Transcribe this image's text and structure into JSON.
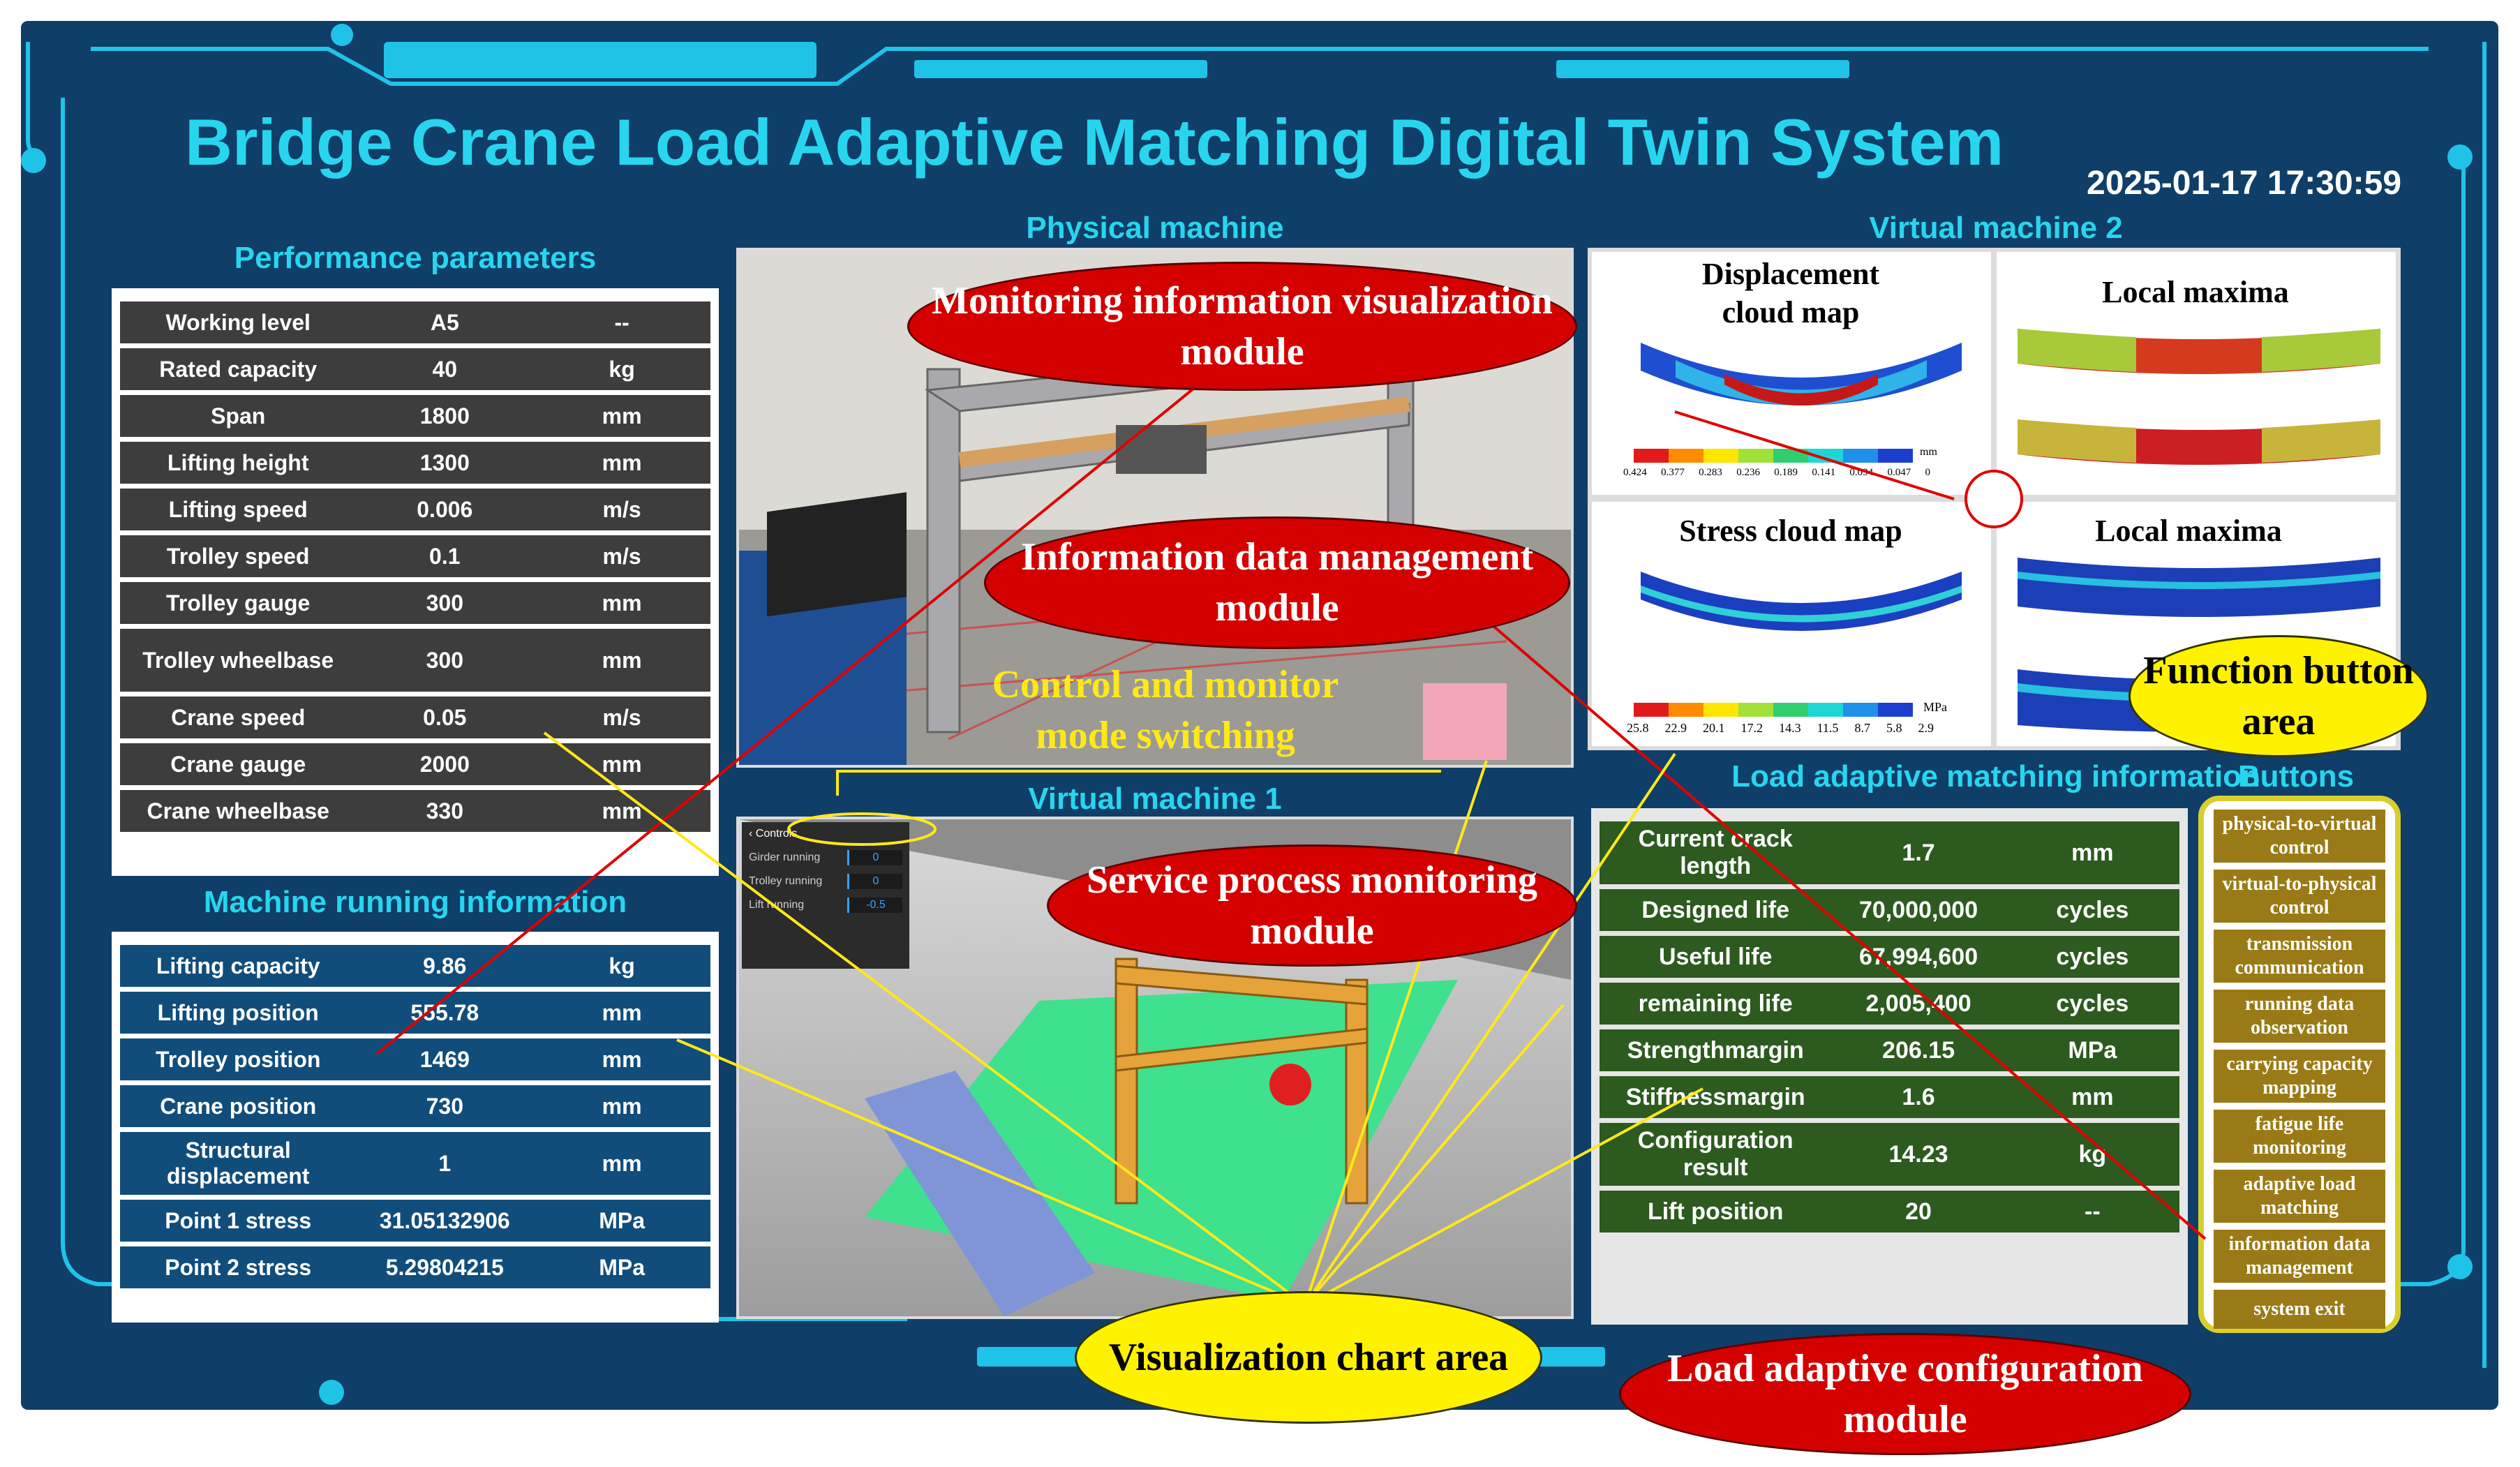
{
  "title": "Bridge Crane Load Adaptive Matching Digital Twin System",
  "timestamp": "2025-01-17 17:30:59",
  "sections": {
    "performance": "Performance parameters",
    "running": "Machine running information",
    "physical": "Physical machine",
    "virtual1": "Virtual machine 1",
    "virtual2": "Virtual machine 2",
    "load": "Load adaptive matching information",
    "buttons": "Buttons"
  },
  "performance_rows": [
    [
      "Working level",
      "A5",
      "--"
    ],
    [
      "Rated capacity",
      "40",
      "kg"
    ],
    [
      "Span",
      "1800",
      "mm"
    ],
    [
      "Lifting height",
      "1300",
      "mm"
    ],
    [
      "Lifting speed",
      "0.006",
      "m/s"
    ],
    [
      "Trolley speed",
      "0.1",
      "m/s"
    ],
    [
      "Trolley gauge",
      "300",
      "mm"
    ],
    [
      "Trolley wheelbase",
      "300",
      "mm"
    ],
    [
      "Crane speed",
      "0.05",
      "m/s"
    ],
    [
      "Crane gauge",
      "2000",
      "mm"
    ],
    [
      "Crane wheelbase",
      "330",
      "mm"
    ]
  ],
  "running_rows": [
    [
      "Lifting capacity",
      "9.86",
      "kg"
    ],
    [
      "Lifting position",
      "555.78",
      "mm"
    ],
    [
      "Trolley position",
      "1469",
      "mm"
    ],
    [
      "Crane position",
      "730",
      "mm"
    ],
    [
      "Structural displacement",
      "1",
      "mm"
    ],
    [
      "Point 1 stress",
      "31.05132906",
      "MPa"
    ],
    [
      "Point 2 stress",
      "5.29804215",
      "MPa"
    ]
  ],
  "load_rows": [
    [
      "Current crack length",
      "1.7",
      "mm"
    ],
    [
      "Designed life",
      "70,000,000",
      "cycles"
    ],
    [
      "Useful life",
      "67,994,600",
      "cycles"
    ],
    [
      "remaining life",
      "2,005,400",
      "cycles"
    ],
    [
      "Strengthmargin",
      "206.15",
      "MPa"
    ],
    [
      "Stiffnessmargin",
      "1.6",
      "mm"
    ],
    [
      "Configuration result",
      "14.23",
      "kg"
    ],
    [
      "Lift position",
      "20",
      "--"
    ]
  ],
  "buttons": [
    "physical-to-virtual control",
    "virtual-to-physical control",
    "transmission communication",
    "running data observation",
    "carrying capacity mapping",
    "fatigue life monitoring",
    "adaptive load matching",
    "information data management",
    "system exit"
  ],
  "fe_labels": {
    "displacement": "Displacement cloud map",
    "stress": "Stress cloud map",
    "local_max_1": "Local maxima",
    "local_max_2": "Local maxima",
    "disp_unit": "mm",
    "stress_unit": "MPa",
    "disp_scale": [
      "0.424",
      "0.377",
      "0.283",
      "0.236",
      "0.189",
      "0.141",
      "0.094",
      "0.047",
      "0"
    ],
    "stress_scale": [
      "25.8",
      "22.9",
      "20.1",
      "17.2",
      "14.3",
      "11.5",
      "8.7",
      "5.8",
      "2.9"
    ]
  },
  "controls": {
    "header": "Controls",
    "rows": [
      {
        "label": "Girder running",
        "value": "0"
      },
      {
        "label": "Trolley running",
        "value": "0"
      },
      {
        "label": "Lift running",
        "value": "-0.5"
      }
    ]
  },
  "annotations": {
    "monitoring": "Monitoring information visualization module",
    "info_data": "Information data management module",
    "control_switch": "Control and monitor mode switching",
    "service": "Service process monitoring module",
    "function_area": "Function button area",
    "visualization": "Visualization chart area",
    "load_config": "Load adaptive configuration module"
  },
  "colors": {
    "background": "#0f3e68",
    "accent": "#27d6ee",
    "grey_row": "#3d3d3d",
    "blue_row": "#114d7b",
    "green_row": "#2c5a1f",
    "button": "#9a7a16",
    "red_callout": "#d40000",
    "yellow_callout": "#fff200"
  }
}
